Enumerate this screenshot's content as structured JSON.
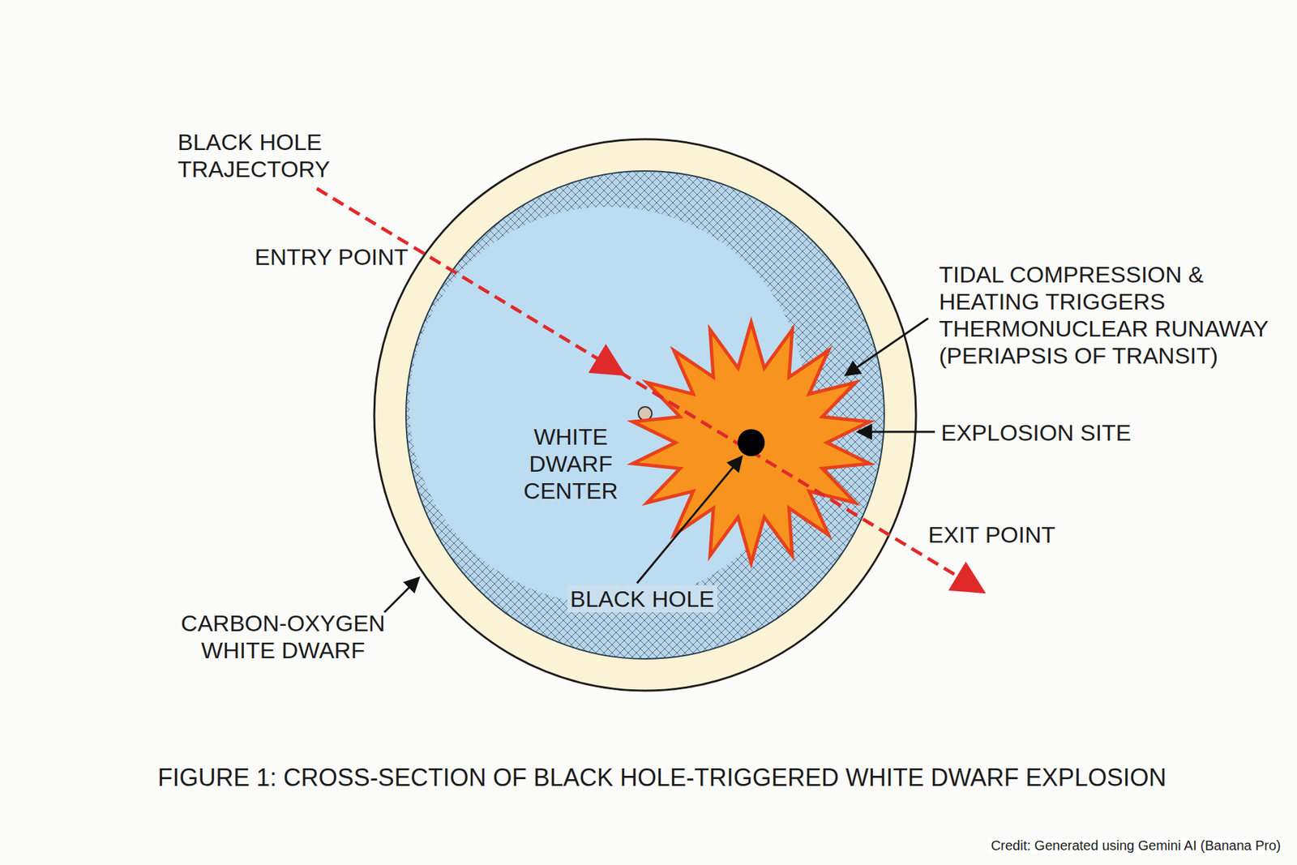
{
  "diagram": {
    "caption": "FIGURE 1: CROSS-SECTION OF BLACK HOLE-TRIGGERED WHITE DWARF EXPLOSION",
    "labels": [
      "BLACK HOLE TRAJECTORY",
      "ENTRY POINT",
      "TIDAL COMPRESSION & HEATING TRIGGERS THERMONUCLEAR RUNAWAY (PERIAPSIS OF TRANSIT)",
      "EXPLOSION SITE",
      "WHITE DWARF CENTER",
      "EXIT POINT",
      "BLACK HOLE",
      "CARBON-OXYGEN WHITE DWARF",
      "Credit: Generated using Gemini AI (Banana Pro)"
    ]
  }
}
